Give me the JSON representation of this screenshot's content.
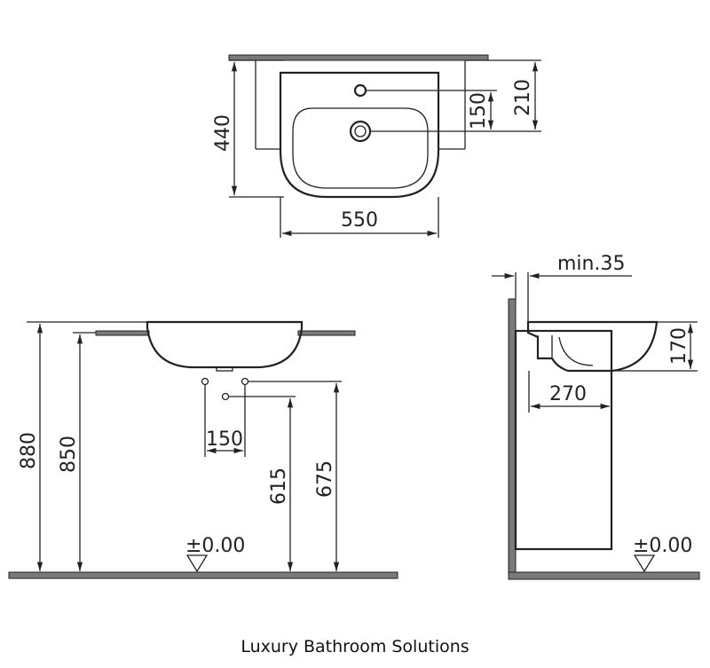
{
  "top_view": {
    "width_label": "550",
    "depth_label": "440",
    "tap_center_label": "150",
    "tap_offset_label": "210"
  },
  "front_view": {
    "height_880": "880",
    "height_850": "850",
    "height_615": "615",
    "height_675": "675",
    "spacing_label": "150",
    "floor_label": "±0.00"
  },
  "side_view": {
    "min_gap_label": "min.35",
    "projection_label": "270",
    "rim_height_label": "170",
    "floor_label": "±0.00"
  },
  "footer": {
    "caption": "Luxury Bathroom Solutions"
  }
}
